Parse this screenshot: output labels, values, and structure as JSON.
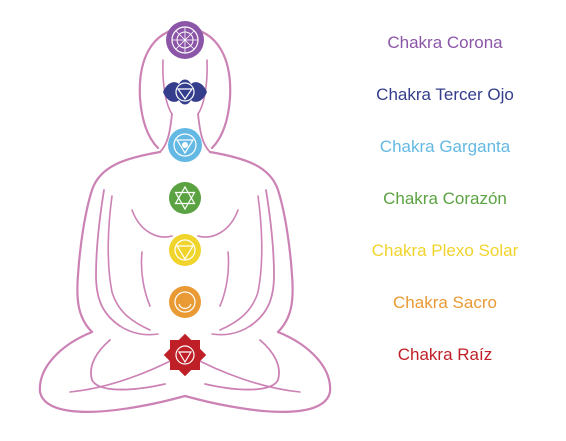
{
  "outline_color": "#cc82b4",
  "chakras": [
    {
      "label": "Chakra Corona",
      "color": "#8c56a8",
      "icon": "crown-chakra-lotus-icon"
    },
    {
      "label": "Chakra Tercer Ojo",
      "color": "#343e8c",
      "icon": "third-eye-chakra-icon"
    },
    {
      "label": "Chakra Garganta",
      "color": "#63b9e4",
      "icon": "throat-chakra-icon"
    },
    {
      "label": "Chakra Corazón",
      "color": "#5ba342",
      "icon": "heart-chakra-icon"
    },
    {
      "label": "Chakra Plexo Solar",
      "color": "#f1d42b",
      "icon": "solar-plexus-chakra-icon"
    },
    {
      "label": "Chakra Sacro",
      "color": "#e99a34",
      "icon": "sacral-chakra-icon"
    },
    {
      "label": "Chakra Raíz",
      "color": "#bf2027",
      "icon": "root-chakra-icon"
    }
  ]
}
